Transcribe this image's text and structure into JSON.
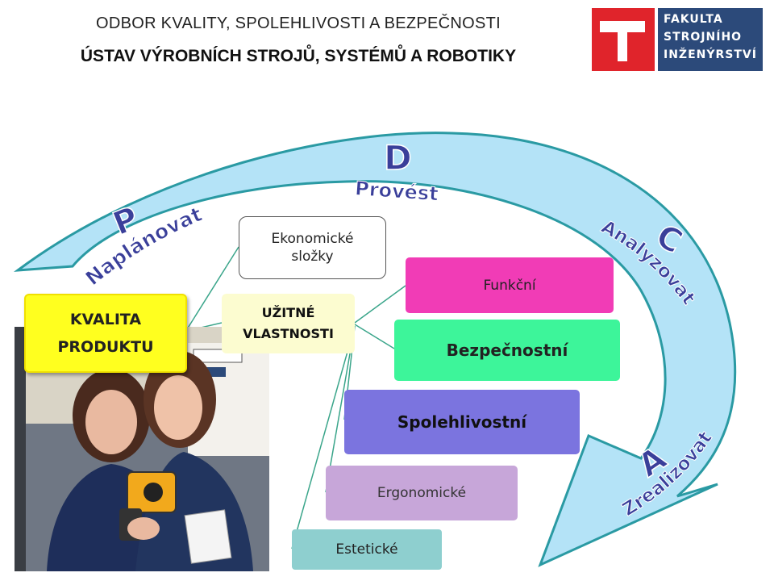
{
  "header": {
    "line1": "ODBOR KVALITY, SPOLEHLIVOSTI A BEZPEČNOSTI",
    "line2": "ÚSTAV VÝROBNÍCH STROJŮ, SYSTÉMŮ A ROBOTIKY"
  },
  "logo": {
    "line1": "FAKULTA",
    "line2": "STROJNÍHO",
    "line3": "INŽENÝRSTVÍ"
  },
  "cycle": {
    "p_letter": "P",
    "p_label": "Naplánovat",
    "d_letter": "D",
    "d_label": "Provést",
    "c_letter": "C",
    "c_label": "Analyzovat",
    "a_letter": "A",
    "a_label": "Zrealizovat"
  },
  "nodes": {
    "kvalita_line1": "KVALITA",
    "kvalita_line2": "PRODUKTU",
    "ekonom_line1": "Ekonomické",
    "ekonom_line2": "složky",
    "uzitne_line1": "UŽITNÉ",
    "uzitne_line2": "VLASTNOSTI",
    "funkcni": "Funkční",
    "bezpecnostni": "Bezpečnostní",
    "spolehlivostni": "Spolehlivostní",
    "ergonomicke": "Ergonomické",
    "esteticke": "Estetické"
  },
  "colors": {
    "arrow_fill": "#b4e3f7",
    "arrow_stroke": "#2a9aa3",
    "label_color": "#3a3f9a",
    "kvalita": "#ffff1f",
    "funkcni": "#f13cb6",
    "bezpecnostni": "#3df59a",
    "spolehlivostni": "#7b74df",
    "ergonomicke": "#c7a6d9",
    "esteticke": "#8ecfcf",
    "logo_red": "#e0242b",
    "logo_blue": "#2c4a7a"
  }
}
